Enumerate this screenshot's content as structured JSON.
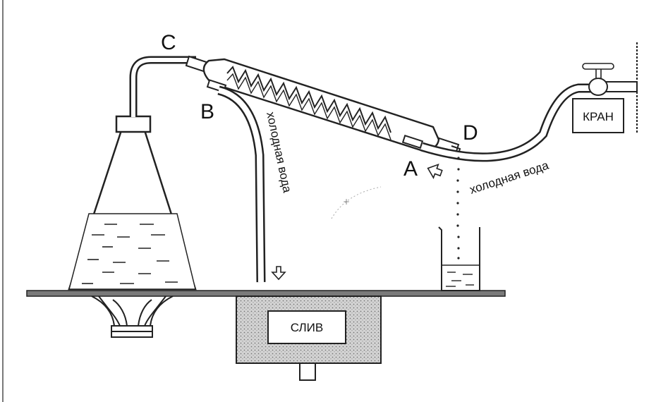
{
  "points": {
    "a": "A",
    "b": "B",
    "c": "C",
    "d": "D"
  },
  "labels": {
    "tap": "КРАН",
    "drain": "СЛИВ",
    "cold_water_in": "холодная вода",
    "cold_water_out": "холодная вода"
  },
  "colors": {
    "ink": "#111111",
    "glass": "#ffffff",
    "tabletop": "#7a7a7a",
    "drain_fill": "#c9c9c9"
  }
}
